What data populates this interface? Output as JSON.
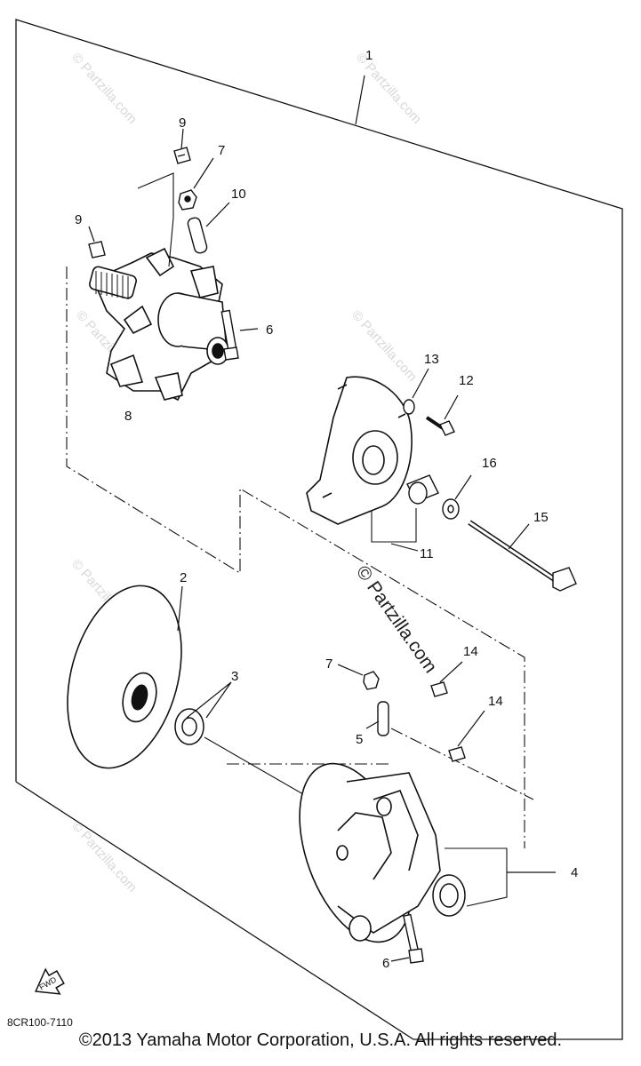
{
  "diagram": {
    "callouts": {
      "c1": "1",
      "c2": "2",
      "c3": "3",
      "c4": "4",
      "c5": "5",
      "c6a": "6",
      "c6b": "6",
      "c7a": "7",
      "c7b": "7",
      "c8": "8",
      "c9a": "9",
      "c9b": "9",
      "c10": "10",
      "c11": "11",
      "c12": "12",
      "c13": "13",
      "c14a": "14",
      "c14b": "14",
      "c15": "15",
      "c16": "16"
    },
    "watermark_large": "© Partzilla.com",
    "watermark_small": "© Partzilla.com",
    "front_arrow": "FWD",
    "drawing_code": "8CR100-7110"
  },
  "footer": {
    "copyright": "©2013 Yamaha Motor Corporation, U.S.A. All rights reserved."
  },
  "colors": {
    "line": "#111111",
    "watermark": "#d8d8d8"
  }
}
